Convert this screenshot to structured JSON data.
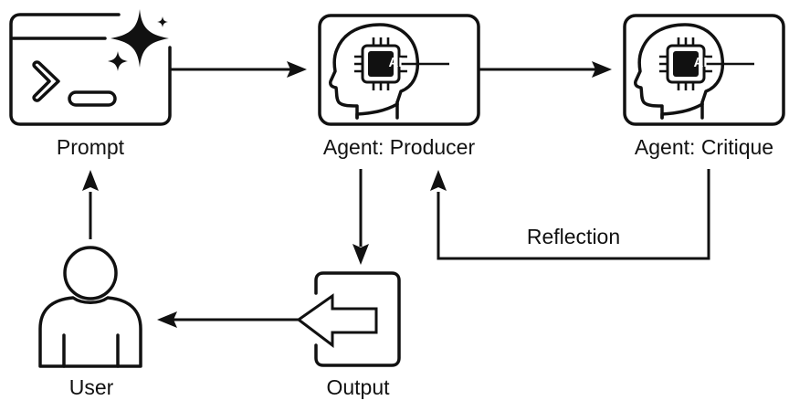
{
  "nodes": {
    "prompt": {
      "label": "Prompt",
      "icon": "terminal-sparkle-icon"
    },
    "producer": {
      "label": "Agent: Producer",
      "icon": "ai-head-icon",
      "chip_text": "AI"
    },
    "critique": {
      "label": "Agent: Critique",
      "icon": "ai-head-icon",
      "chip_text": "AI"
    },
    "output": {
      "label": "Output",
      "icon": "output-arrow-icon"
    },
    "user": {
      "label": "User",
      "icon": "user-icon"
    }
  },
  "edges": [
    {
      "from": "Prompt",
      "to": "Agent: Producer",
      "label": ""
    },
    {
      "from": "Agent: Producer",
      "to": "Agent: Critique",
      "label": ""
    },
    {
      "from": "Agent: Critique",
      "to": "Agent: Producer",
      "label": "Reflection"
    },
    {
      "from": "Agent: Producer",
      "to": "Output",
      "label": ""
    },
    {
      "from": "Output",
      "to": "User",
      "label": ""
    },
    {
      "from": "User",
      "to": "Prompt",
      "label": ""
    }
  ],
  "edge_labels": {
    "reflection": "Reflection"
  }
}
